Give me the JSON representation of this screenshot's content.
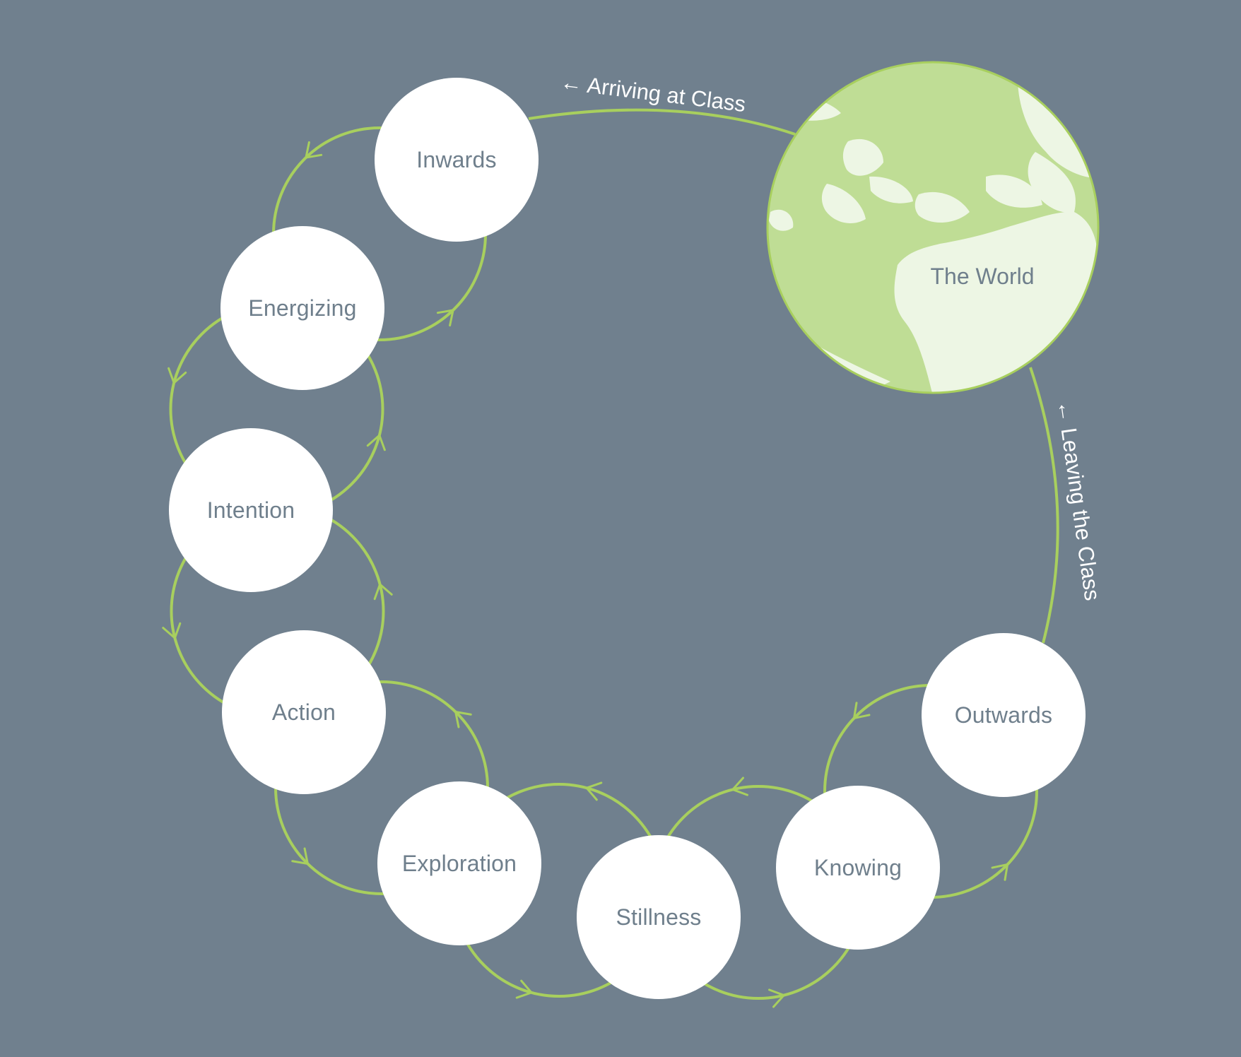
{
  "colors": {
    "background": "#70808e",
    "line": "#a8cf5e",
    "node_fill": "#ffffff",
    "node_text": "#6f7f8c",
    "globe_land": "#bfdd95",
    "globe_light": "#edf6e4",
    "annotation_text": "#ffffff"
  },
  "annotations": {
    "arriving": "← Arriving at Class",
    "leaving": "← Leaving the Class"
  },
  "world": {
    "label": "The World",
    "icon": "globe-icon"
  },
  "nodes": [
    {
      "id": "inwards",
      "label": "Inwards"
    },
    {
      "id": "energizing",
      "label": "Energizing"
    },
    {
      "id": "intention",
      "label": "Intention"
    },
    {
      "id": "action",
      "label": "Action"
    },
    {
      "id": "exploration",
      "label": "Exploration"
    },
    {
      "id": "stillness",
      "label": "Stillness"
    },
    {
      "id": "knowing",
      "label": "Knowing"
    },
    {
      "id": "outwards",
      "label": "Outwards"
    }
  ]
}
